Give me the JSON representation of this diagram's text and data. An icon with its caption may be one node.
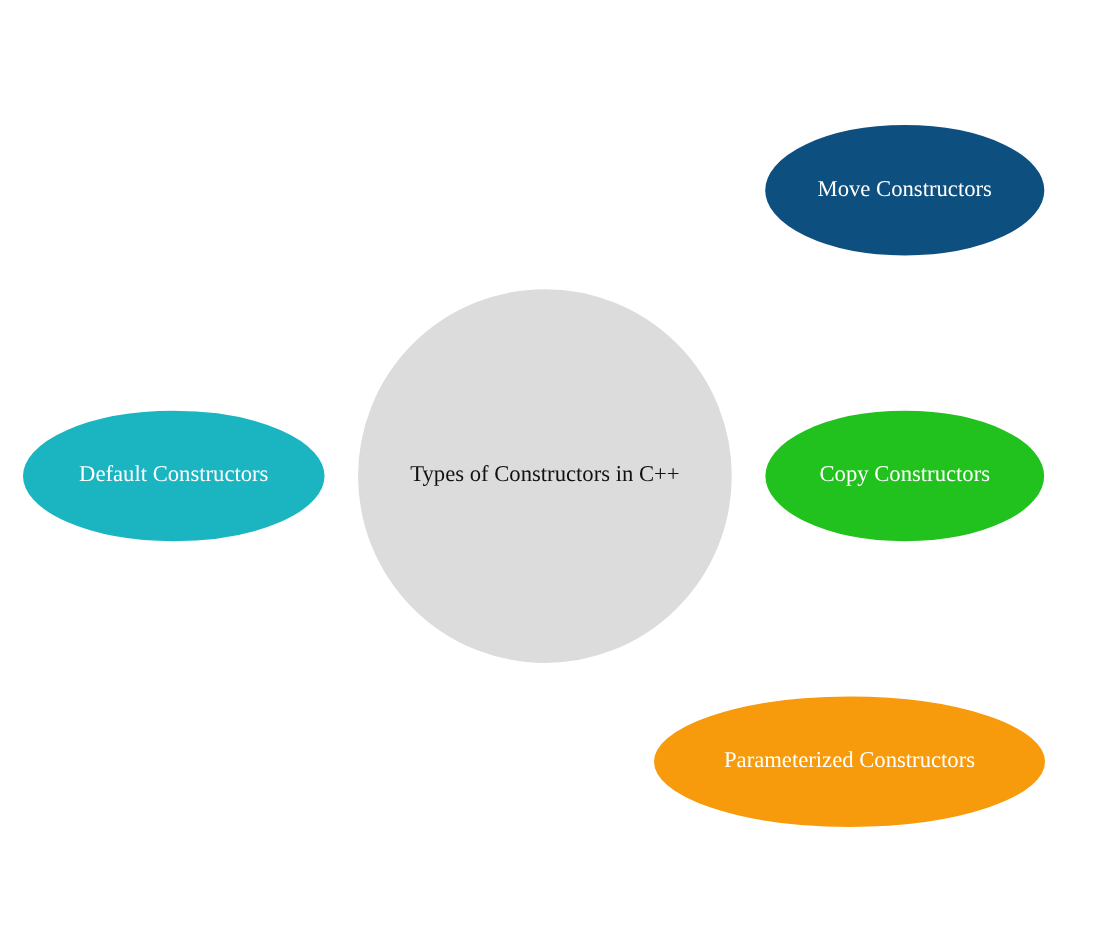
{
  "diagram": {
    "nodes": [
      {
        "text": [
          "Move Constructors"
        ]
      },
      {
        "text": [
          "Default Constructors"
        ]
      },
      {
        "text": [
          "Types of Constructors in C++"
        ]
      },
      {
        "text": [
          "Copy Constructors"
        ]
      },
      {
        "text": [
          "Parameterized Constructors"
        ]
      }
    ]
  }
}
